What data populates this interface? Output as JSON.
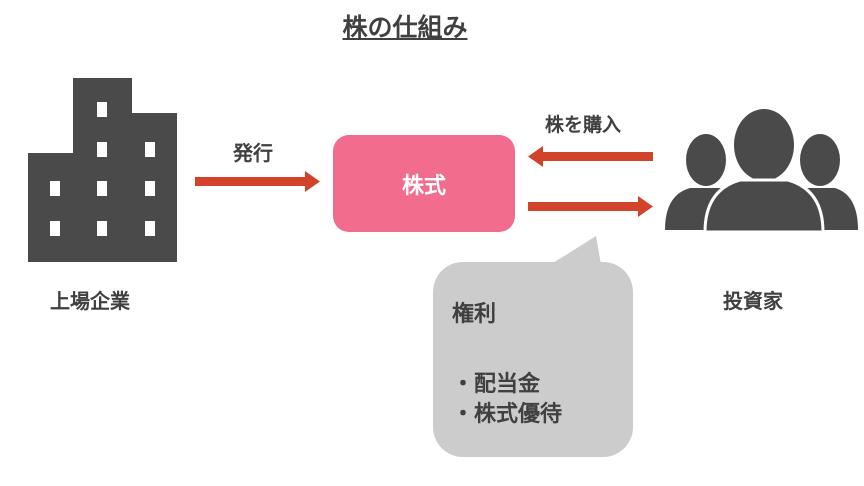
{
  "title": "株の仕組み",
  "company": {
    "label": "上場企業",
    "icon": "building-icon"
  },
  "issue_arrow": {
    "label": "発行"
  },
  "stock_box": {
    "label": "株式"
  },
  "purchase_arrow": {
    "label": "株を購入"
  },
  "investor": {
    "label": "投資家",
    "icon": "people-icon"
  },
  "rights": {
    "heading": "権利",
    "items": [
      "・配当金",
      "・株式優待"
    ]
  },
  "colors": {
    "box": "#f26d8d",
    "arrow": "#d1432b",
    "icon": "#4a4a4a",
    "bubble": "#cccccc"
  }
}
